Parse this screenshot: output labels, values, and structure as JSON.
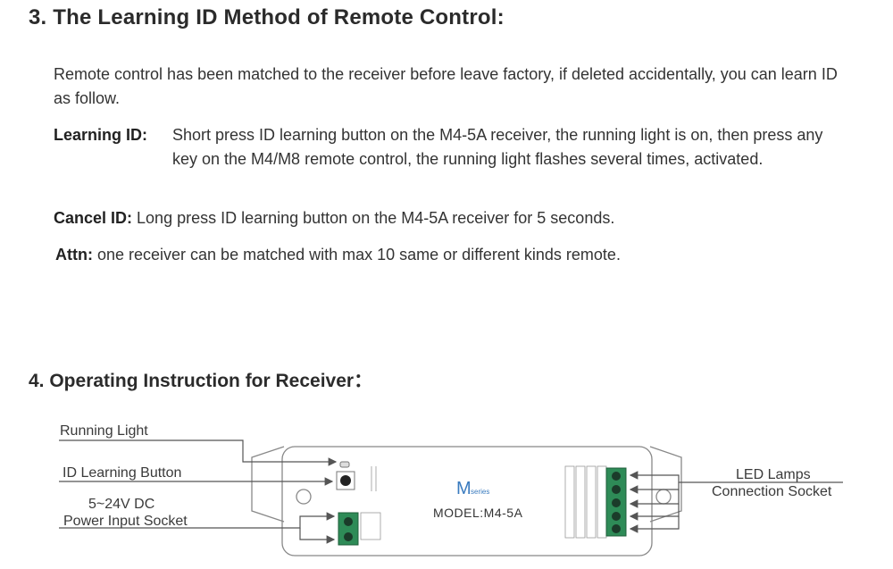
{
  "section3": {
    "heading": "3. The Learning ID Method of Remote Control:",
    "intro": "Remote control has been matched to the receiver before leave factory, if deleted accidentally,  you can learn ID as follow.",
    "learning_label": "Learning ID:",
    "learning_text": "Short press ID learning button on the M4-5A receiver, the running light is on, then press any key on the M4/M8 remote control,  the running light flashes several times, activated.",
    "cancel_label": "Cancel ID:",
    "cancel_text": " Long press ID learning button on the M4-5A receiver for 5 seconds.",
    "attn_label": "Attn:",
    "attn_text": " one receiver can be matched with max 10 same or different kinds remote."
  },
  "section4": {
    "heading": "4. Operating Instruction for Receiver：",
    "labels": {
      "running_light": "Running Light",
      "id_button": "ID Learning Button",
      "power_line1": "5~24V DC",
      "power_line2": "Power Input Socket",
      "led_line1": "LED Lamps",
      "led_line2": "Connection Socket"
    },
    "device": {
      "logo_letter": "M",
      "logo_sub": "series",
      "model": "MODEL:M4-5A"
    }
  }
}
